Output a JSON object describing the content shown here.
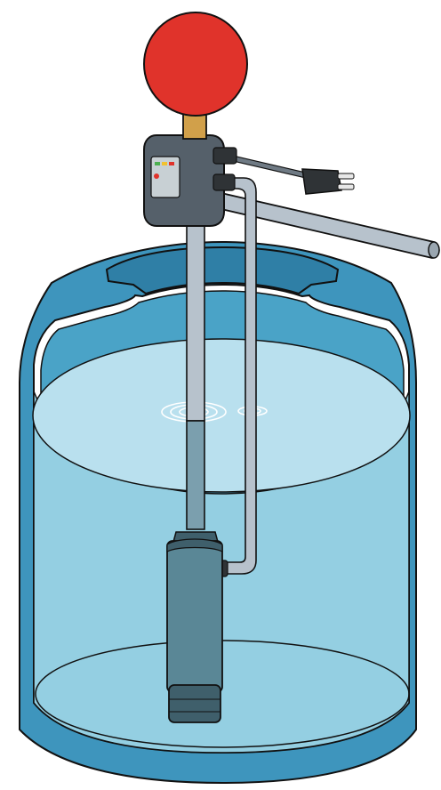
{
  "illustration": {
    "colors": {
      "tank_shell": "#3e95bd",
      "tank_shell_dark": "#2f7fa6",
      "tank_inner_wall": "#4aa3c7",
      "water_surface": "#b9e0ee",
      "water_body": "#94cfe2",
      "pump_body": "#5a8796",
      "pump_dark": "#3f5f6b",
      "controller": "#55606a",
      "gauge_red": "#e0332b",
      "brass": "#d1a04a",
      "pipe": "#b7c2cc",
      "cord": "#6f7a84",
      "plug": "#2f3336",
      "led_green": "#4caf50",
      "led_yellow": "#f2c230",
      "led_red": "#e0332b",
      "outline": "#111111"
    },
    "parts": [
      "pressure-gauge",
      "brass-fitting",
      "pump-controller",
      "power-cord",
      "electrical-plug",
      "discharge-pipe",
      "sensor-hose",
      "drop-pipe",
      "submersible-pump",
      "water-tank",
      "water"
    ]
  }
}
